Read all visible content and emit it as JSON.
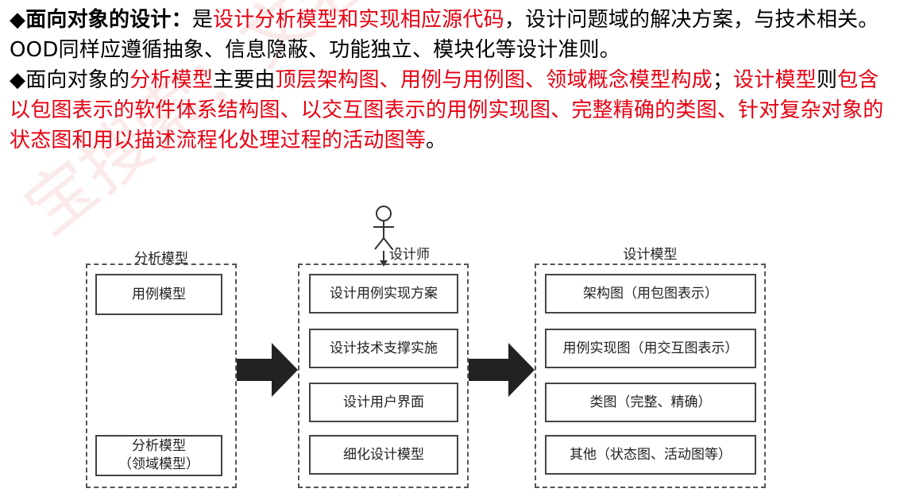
{
  "p1": {
    "bullet": "◆",
    "term": "面向对象的设计：",
    "a": "是",
    "b": "设计分析模型和实现相应源代码",
    "c": "，设计问题域的解决方案，与技术相关。OOD同样应遵循抽象、信息隐蔽、功能独立、模块化等设计准则。"
  },
  "p2": {
    "bullet": "◆",
    "a": "面向对象的",
    "b": "分析模型",
    "c": "主要由",
    "d": "顶层架构图、用例与用例图、领域概念模型构成",
    "e": "；",
    "f": "设计模型",
    "g": "则",
    "h": "包含以包图表示的软件体系结构图、以交互图表示的用例实现图、完整精确的类图、针对复杂对象的状态图和用以描述流程化处理过程的活动图",
    "i": "等",
    "j": "。"
  },
  "watermark": "宝搜索：文老师软考",
  "diagram": {
    "left_group": {
      "title": "分析模型",
      "items": [
        "用例模型",
        "分析模型\n（领域模型）"
      ]
    },
    "middle_group": {
      "actor": "设计师",
      "items": [
        "设计用例实现方案",
        "设计技术支撑实施",
        "设计用户界面",
        "细化设计模型"
      ]
    },
    "right_group": {
      "title": "设计模型",
      "items": [
        "架构图（用包图表示）",
        "用例实现图（用交互图表示）",
        "类图（完整、精确）",
        "其他（状态图、活动图等）"
      ]
    },
    "colors": {
      "accent_red": "#e60012",
      "arrow": "#222222"
    }
  }
}
